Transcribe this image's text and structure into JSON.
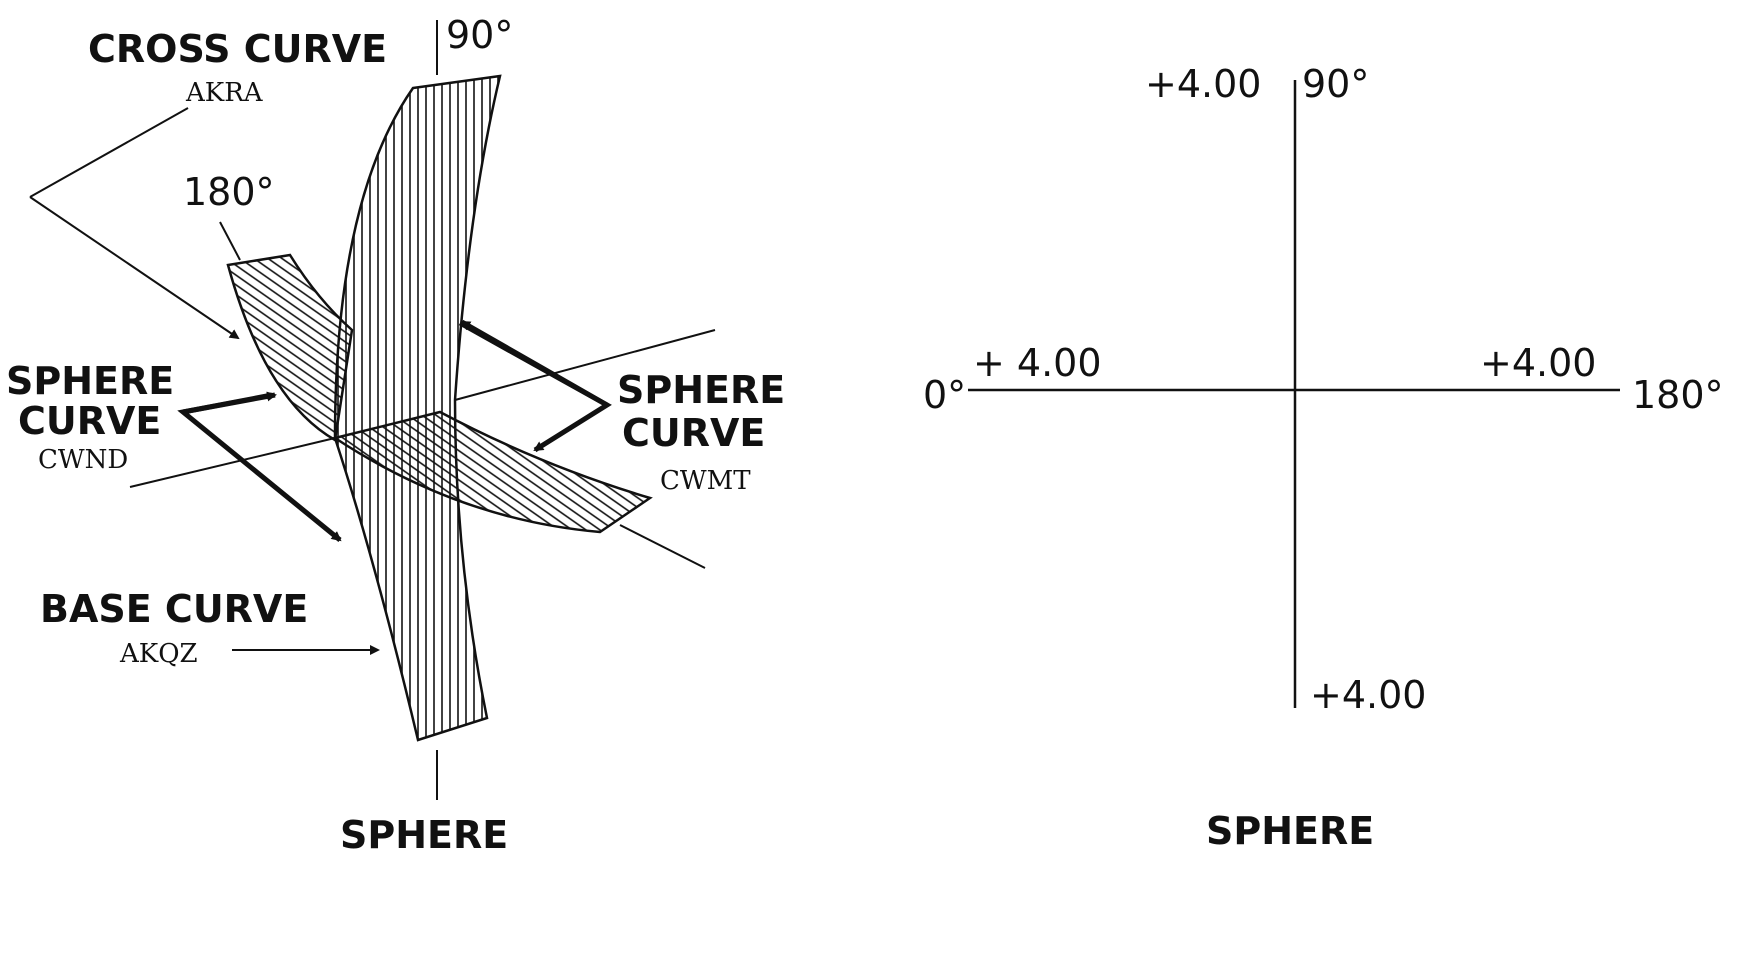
{
  "left_diagram": {
    "cross_curve_label": "CROSS CURVE",
    "cross_curve_code": "AKRA",
    "angle_90": "90°",
    "angle_180": "180°",
    "sphere_curve_left_line1": "SPHERE",
    "sphere_curve_left_line2": "CURVE",
    "sphere_curve_left_code": "CWND",
    "sphere_curve_right_line1": "SPHERE",
    "sphere_curve_right_line2": "CURVE",
    "sphere_curve_right_code": "CWMT",
    "base_curve_label": "BASE CURVE",
    "base_curve_code": "AKQZ",
    "caption": "SPHERE"
  },
  "right_diagram": {
    "top_power": "+4.00",
    "top_angle": "90°",
    "left_angle": "0°",
    "left_power": "+ 4.00",
    "right_power": "+4.00",
    "right_angle": "180°",
    "bottom_power": "+4.00",
    "caption": "SPHERE"
  },
  "colors": {
    "ink": "#111111",
    "background": "#ffffff"
  }
}
